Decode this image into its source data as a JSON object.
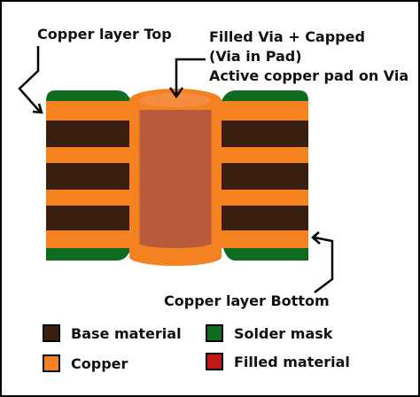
{
  "labels": {
    "copper_top": "Copper layer Top",
    "via_line1": "Filled Via + Capped",
    "via_line2": "(Via in Pad)",
    "via_line3": "Active copper pad on Via",
    "copper_bottom": "Copper layer Bottom"
  },
  "legend": [
    {
      "label": "Base material",
      "color": "#3a1f0e"
    },
    {
      "label": "Solder mask",
      "color": "#0f6b22"
    },
    {
      "label": "Copper",
      "color": "#f58220"
    },
    {
      "label": "Filled material",
      "color": "#c01818"
    }
  ],
  "colors": {
    "copper": "#f58220",
    "base": "#3a1f0e",
    "mask": "#0f6b22",
    "fill": "#b85a3c"
  }
}
